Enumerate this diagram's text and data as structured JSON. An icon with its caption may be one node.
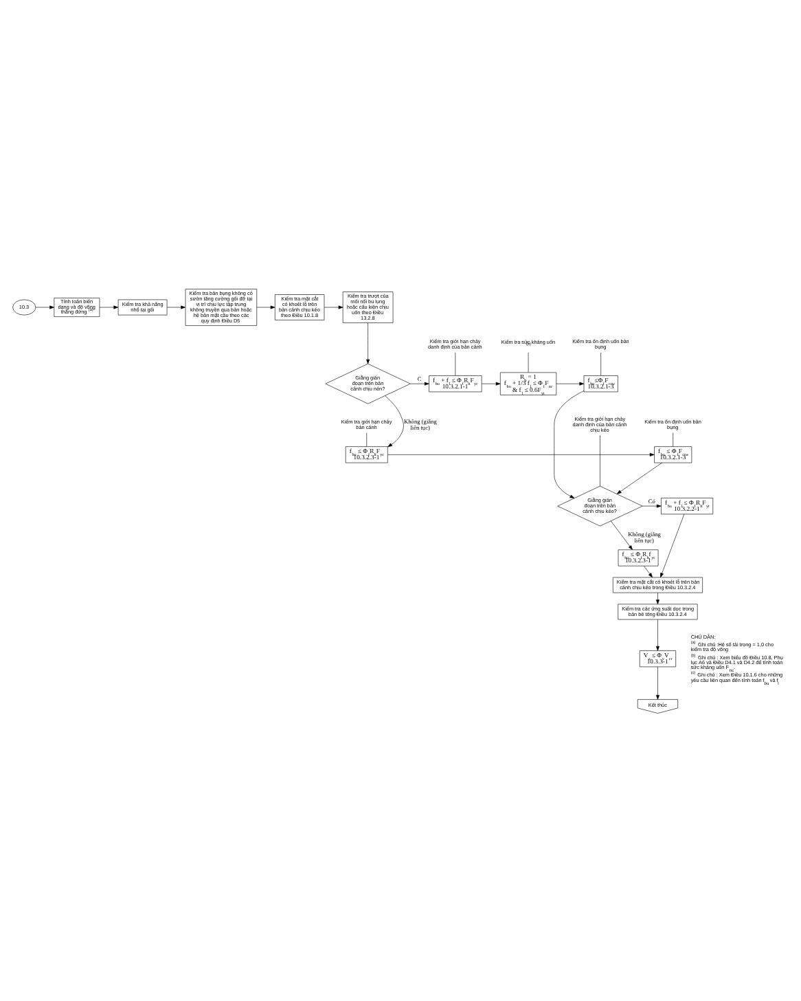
{
  "diagram": {
    "nodes": [
      {
        "text": [
          "10.3"
        ]
      },
      {
        "text": [
          "Tính toán biến dạng và độ võng thẳng đứng $^{(a)}$"
        ]
      },
      {
        "text": [
          "Kiểm tra khả năng nhổ tại gối"
        ]
      },
      {
        "text": [
          "Kiểm tra bản bụng không có sườn tăng cường gối đỡ tại vị trí chịu lực tập trung không truyền qua bản hoặc hệ bản mặt cầu theo các quy định Điều D5"
        ]
      },
      {
        "text": [
          "Kiểm tra mặt cắt có khoét lỗ trên bản cánh chịu kéo theo Điều 10.1.8"
        ]
      },
      {
        "text": [
          "Kiểm tra trượt của mối nối bu lụng hoặc cấu kiện chịu uốn theo Điều 13.2.8"
        ]
      },
      {
        "text": [
          "Giằng gián đoạn trên bản cánh chịu nén?"
        ]
      },
      {
        "text": [
          "Kiểm tra giới hạn chảy danh định của bản cánh"
        ]
      },
      {
        "text": [
          "f$_{bu}$ + f$_{l}$ ≤ Φ$_{f}$R$_{h}$F$_{yc}$",
          "10.3.2.1-1"
        ]
      },
      {
        "text": [
          "Kiểm tra sức kháng uốn $^{(b)}$"
        ]
      },
      {
        "text": [
          "R$_{b}$ = 1",
          "f$_{bu}$ + 1/3 f$_{l}$ ≤ Φ$_{f}$F$_{nc}$",
          "& f$_{l}$ ≤ 0.6F$_{yt}$"
        ]
      },
      {
        "text": [
          "Kiểm tra ổn định uốn bản bụng"
        ]
      },
      {
        "text": [
          "f$_{bu}$≤Φ$_{f}$F$_{crw}$",
          "10.3.2.1-3"
        ]
      },
      {
        "text": [
          "Kiểm tra giới hạn chảy bản cánh"
        ]
      },
      {
        "text": [
          "f$_{bu}$ ≤ Φ$_{f}$R$_{h}$F$_{yc}$",
          "10.3.2.3-1"
        ]
      },
      {
        "text": [
          "Kiểm tra ổn định uốn bản bụng"
        ]
      },
      {
        "text": [
          "f$_{bu}$ ≤ Φ$_{f}$F$_{crw}$",
          "10.3.2.1-3"
        ]
      },
      {
        "text": [
          "Kiểm tra giới hạn chảy danh định của bản cánh chịu kéo"
        ]
      },
      {
        "text": [
          "Giằng gián đoạn trên bản cánh chịu kéo?"
        ]
      },
      {
        "text": [
          "f$_{bu}$ + f$_{l}$ ≤ Φ$_{f}$R$_{h}$F$_{yt}$",
          "10.3.2.2-1"
        ]
      },
      {
        "text": [
          "f$_{bu}$ ≤ Φ$_{f}$R$_{h}$f$_{yt}$",
          "10.3.2.3-1"
        ]
      },
      {
        "text": [
          "Kiểm tra mặt cắt có khoét lỗ trên bản cánh chịu kéo trong Điều 10.3.2.4"
        ]
      },
      {
        "text": [
          "Kiểm tra các ứng suất dọc trong bản bê tông Điều 10.3.2.4"
        ]
      },
      {
        "text": [
          "V$_{u}$ ≤ Φ$_{v}$V$_{cr}$",
          "10.3.3-1"
        ]
      },
      {
        "text": [
          "Kết thúc"
        ]
      }
    ],
    "edges": [
      {
        "from": 0,
        "to": 1,
        "arrow": "to"
      },
      {
        "from": 1,
        "to": 2,
        "arrow": "to"
      },
      {
        "from": 2,
        "to": 3,
        "arrow": "to"
      },
      {
        "from": 3,
        "to": 4,
        "arrow": "to"
      },
      {
        "from": 4,
        "to": 5,
        "arrow": "to"
      },
      {
        "from": 5,
        "to": 6,
        "arrow": "to"
      },
      {
        "from": 6,
        "to": 8,
        "arrow": "to",
        "label": "C"
      },
      {
        "from": 7,
        "to": 8,
        "arrow": "none"
      },
      {
        "from": 8,
        "to": 10,
        "arrow": "to"
      },
      {
        "from": 9,
        "to": 10,
        "arrow": "none"
      },
      {
        "from": 10,
        "to": 12,
        "arrow": "to"
      },
      {
        "from": 11,
        "to": 12,
        "arrow": "none"
      },
      {
        "from": 6,
        "to": 14,
        "arrow": "to",
        "label": "Không (giằng liên tục)"
      },
      {
        "from": 13,
        "to": 14,
        "arrow": "none"
      },
      {
        "from": 14,
        "to": 16,
        "arrow": "to"
      },
      {
        "from": 15,
        "to": 16,
        "arrow": "none"
      },
      {
        "from": 12,
        "to": 18,
        "arrow": "to"
      },
      {
        "from": 16,
        "to": 18,
        "arrow": "to"
      },
      {
        "from": 17,
        "to": 18,
        "arrow": "none"
      },
      {
        "from": 18,
        "to": 19,
        "arrow": "to",
        "label": "Có"
      },
      {
        "from": 18,
        "to": 20,
        "arrow": "to",
        "label": "Không (giằng liên tục)"
      },
      {
        "from": 19,
        "to": 21,
        "arrow": "to"
      },
      {
        "from": 20,
        "to": 21,
        "arrow": "to"
      },
      {
        "from": 21,
        "to": 22,
        "arrow": "to"
      },
      {
        "from": 22,
        "to": 23,
        "arrow": "to"
      },
      {
        "from": 23,
        "to": 24,
        "arrow": "to"
      }
    ],
    "labels": [
      "CHÚ DẪN:",
      "$^{(a)}$ Ghi chú :Hệ số tải trọng = 1,0 cho kiểm tra độ võng",
      "$^{(b)}$ Ghi chú : Xem biểu đồ Điều 10.8, Phụ lục A6 và Điều D4.1 và D4.2 để tính toán sức kháng uốn F$_{nc}$.",
      "$^{(c)}$ Ghi chú : Xem Điều 10.1.6 cho những yêu cầu liên quan đến tính toán f$_{bu}$ và f$_{l}$"
    ]
  }
}
